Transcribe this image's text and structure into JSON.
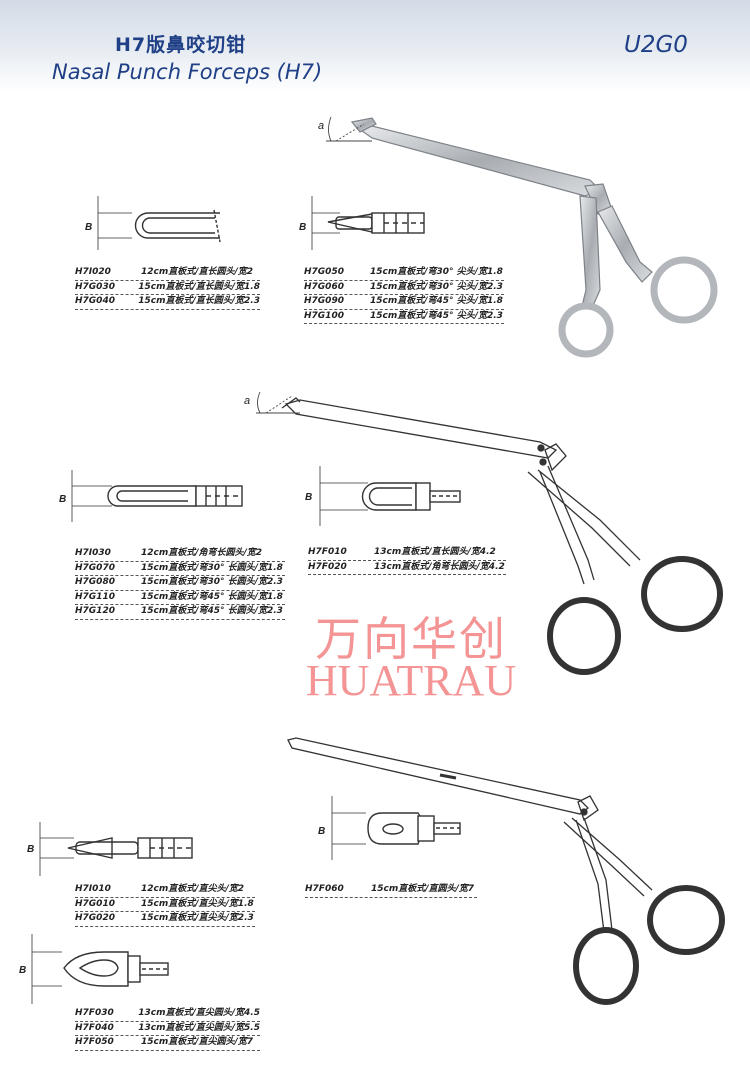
{
  "header": {
    "title_cn": "H7版鼻咬切钳",
    "title_en": "Nasal Punch Forceps (H7)",
    "code": "U2G0"
  },
  "labels": {
    "b": "B",
    "a": "a"
  },
  "watermark": {
    "cn": "万向华创",
    "en": "HUATRAU"
  },
  "tables": {
    "t1": [
      {
        "code": "H7I020",
        "desc": "12cm直板式/直长圆头/宽2"
      },
      {
        "code": "H7G030",
        "desc": "15cm直板式/直长圆头/宽1.8"
      },
      {
        "code": "H7G040",
        "desc": "15cm直板式/直长圆头/宽2.3"
      }
    ],
    "t2": [
      {
        "code": "H7G050",
        "desc": "15cm直板式/弯30°  尖头/宽1.8"
      },
      {
        "code": "H7G060",
        "desc": "15cm直板式/弯30°  尖头/宽2.3"
      },
      {
        "code": "H7G090",
        "desc": "15cm直板式/弯45°  尖头/宽1.8"
      },
      {
        "code": "H7G100",
        "desc": "15cm直板式/弯45°  尖头/宽2.3"
      }
    ],
    "t3": [
      {
        "code": "H7I030",
        "desc": "12cm直板式/角弯长圆头/宽2"
      },
      {
        "code": "H7G070",
        "desc": "15cm直板式/弯30°  长圆头/宽1.8"
      },
      {
        "code": "H7G080",
        "desc": "15cm直板式/弯30°  长圆头/宽2.3"
      },
      {
        "code": "H7G110",
        "desc": "15cm直板式/弯45°  长圆头/宽1.8"
      },
      {
        "code": "H7G120",
        "desc": "15cm直板式/弯45°  长圆头/宽2.3"
      }
    ],
    "t4": [
      {
        "code": "H7F010",
        "desc": "13cm直板式/直长圆头/宽4.2"
      },
      {
        "code": "H7F020",
        "desc": "13cm直板式/角弯长圆头/宽4.2"
      }
    ],
    "t5": [
      {
        "code": "H7F060",
        "desc": "15cm直板式/直圆头/宽7"
      }
    ],
    "t6": [
      {
        "code": "H7I010",
        "desc": "12cm直板式/直尖头/宽2"
      },
      {
        "code": "H7G010",
        "desc": "15cm直板式/直尖头/宽1.8"
      },
      {
        "code": "H7G020",
        "desc": "15cm直板式/直尖头/宽2.3"
      }
    ],
    "t7": [
      {
        "code": "H7F030",
        "desc": "13cm直板式/直尖圆头/宽4.5"
      },
      {
        "code": "H7F040",
        "desc": "13cm直板式/直尖圆头/宽5.5"
      },
      {
        "code": "H7F050",
        "desc": "15cm直板式/直尖圆头/宽7"
      }
    ]
  }
}
